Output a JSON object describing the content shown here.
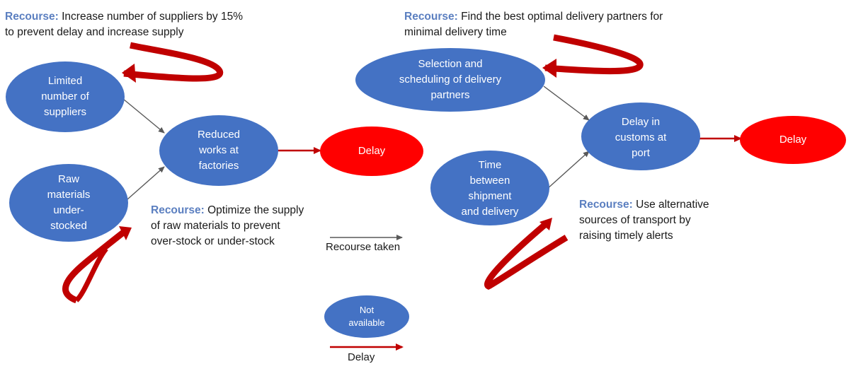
{
  "colors": {
    "node_blue": "#4472c4",
    "node_red": "#ff0000",
    "recourse_arrow": "#c00000",
    "gray_arrow": "#595959",
    "recourse_label": "#5b7fc0"
  },
  "nodes": {
    "limited_suppliers": "Limited\nnumber of\nsuppliers",
    "raw_materials": "Raw\nmaterials\nunder-\nstocked",
    "reduced_works": "Reduced\nworks at\nfactories",
    "delay_left": "Delay",
    "selection_scheduling": "Selection and\nscheduling of delivery\npartners",
    "time_between": "Time\nbetween\nshipment\nand delivery",
    "delay_customs": "Delay in\ncustoms at\nport",
    "delay_right": "Delay"
  },
  "recourses": {
    "label": "Recourse:",
    "suppliers_line1": "Increase number of suppliers by 15%",
    "suppliers_line2": "to prevent delay and increase supply",
    "raw_line1": "Optimize the supply",
    "raw_line2": "of raw materials to prevent",
    "raw_line3": "over-stock or under-stock",
    "delivery_line1": "Find the best optimal delivery partners for",
    "delivery_line2": "minimal delivery time",
    "transport_line1": "Use alternative",
    "transport_line2": "sources of transport by",
    "transport_line3": "raising timely alerts"
  },
  "legend": {
    "recourse_taken": "Recourse taken",
    "not_available": "Not\navailable",
    "delay": "Delay"
  }
}
